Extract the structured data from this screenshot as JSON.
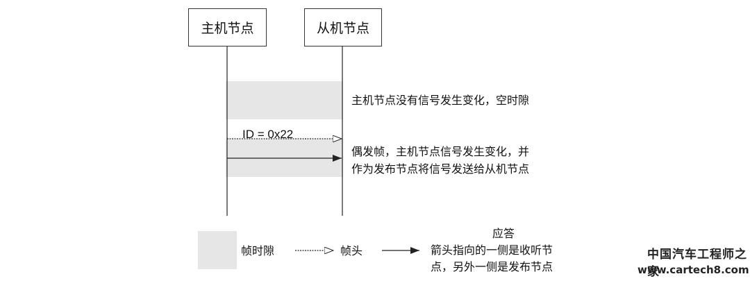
{
  "header": {
    "master_node": "主机节点",
    "slave_node": "从机节点"
  },
  "notes": {
    "idle_line": "主机节点没有信号发生变化，空时隙",
    "event_line1": "偶发帧，主机节点信号发生变化，并",
    "event_line2": "作为发布节点将信号发送给从机节点"
  },
  "frame": {
    "id_label": "ID = 0x22"
  },
  "legend": {
    "slot_label": "帧时隙",
    "header_label": "帧头",
    "response_title": "应答",
    "response_line1": "箭头指向的一侧是收听节",
    "response_line2": "点，另外一侧是发布节点"
  },
  "watermark": {
    "title": "中国汽车工程师之家",
    "url": "www.cartech8.com"
  },
  "colors": {
    "slot_fill": "#e6e6e6",
    "line": "#222222"
  }
}
